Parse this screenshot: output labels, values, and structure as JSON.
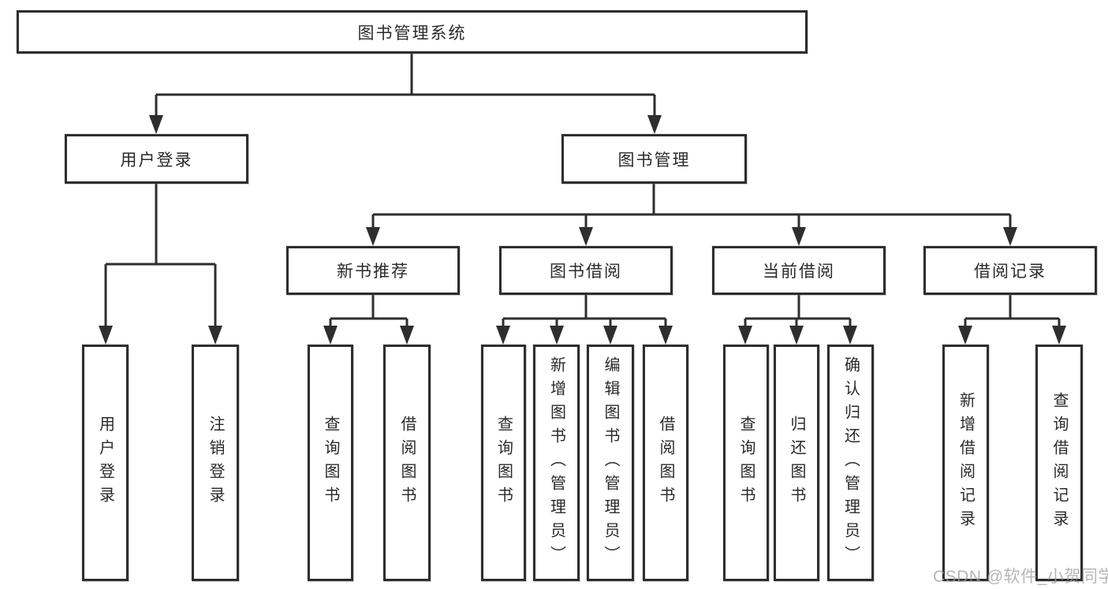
{
  "diagram": {
    "root": {
      "label": "图书管理系统"
    },
    "branches": [
      {
        "label": "用户登录"
      },
      {
        "label": "图书管理"
      }
    ],
    "modules": [
      {
        "label": "新书推荐"
      },
      {
        "label": "图书借阅"
      },
      {
        "label": "当前借阅"
      },
      {
        "label": "借阅记录"
      }
    ],
    "leaves": {
      "login": {
        "label": "用户登录"
      },
      "logout": {
        "label": "注销登录"
      },
      "rec_query": {
        "label": "查询图书"
      },
      "rec_borrow": {
        "label": "借阅图书"
      },
      "bb_query": {
        "label": "查询图书"
      },
      "bb_add": {
        "label": "新增图书（管理员）"
      },
      "bb_edit": {
        "label": "编辑图书（管理员）"
      },
      "bb_borrow": {
        "label": "借阅图书"
      },
      "cb_query": {
        "label": "查询图书"
      },
      "cb_return": {
        "label": "归还图书"
      },
      "cb_confirm": {
        "label": "确认归还（管理员）"
      },
      "br_add": {
        "label": "新增借阅记录"
      },
      "br_query": {
        "label": "查询借阅记录"
      }
    }
  },
  "watermark": {
    "text": "CSDN @软件_小贺同学"
  },
  "colors": {
    "line": "#2e2e2e",
    "text": "#2a2a2a",
    "background": "#ffffff",
    "watermark": "#9e9e9e"
  }
}
